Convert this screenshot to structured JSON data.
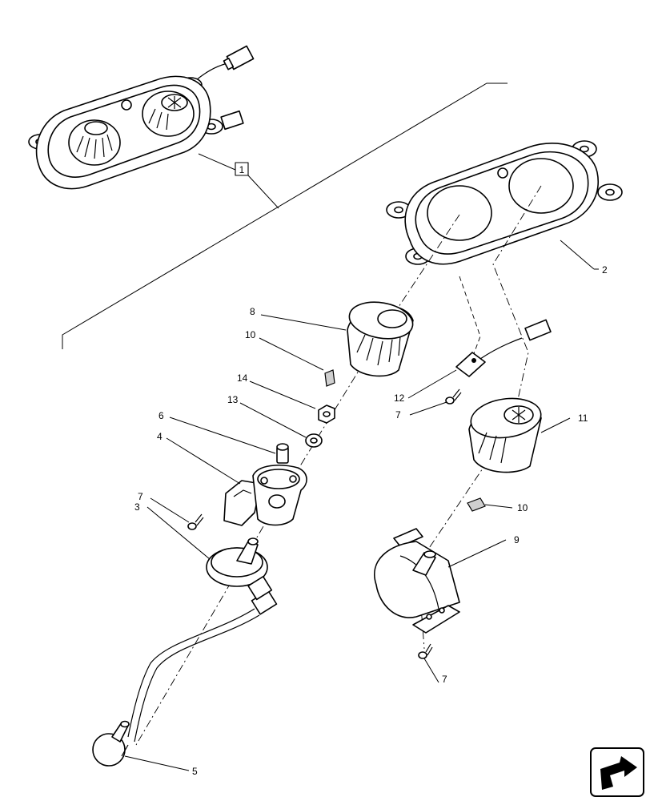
{
  "callouts": {
    "c1": "1",
    "c2": "2",
    "c3": "3",
    "c4": "4",
    "c5": "5",
    "c6": "6",
    "c7a": "7",
    "c7b": "7",
    "c7c": "7",
    "c8": "8",
    "c9": "9",
    "c10a": "10",
    "c10b": "10",
    "c11": "11",
    "c12": "12",
    "c13": "13",
    "c14": "14"
  },
  "icons": {
    "nav": "next-page-arrow-icon"
  },
  "colors": {
    "line": "#000000",
    "background": "#ffffff",
    "shade": "#cfcfcf"
  }
}
